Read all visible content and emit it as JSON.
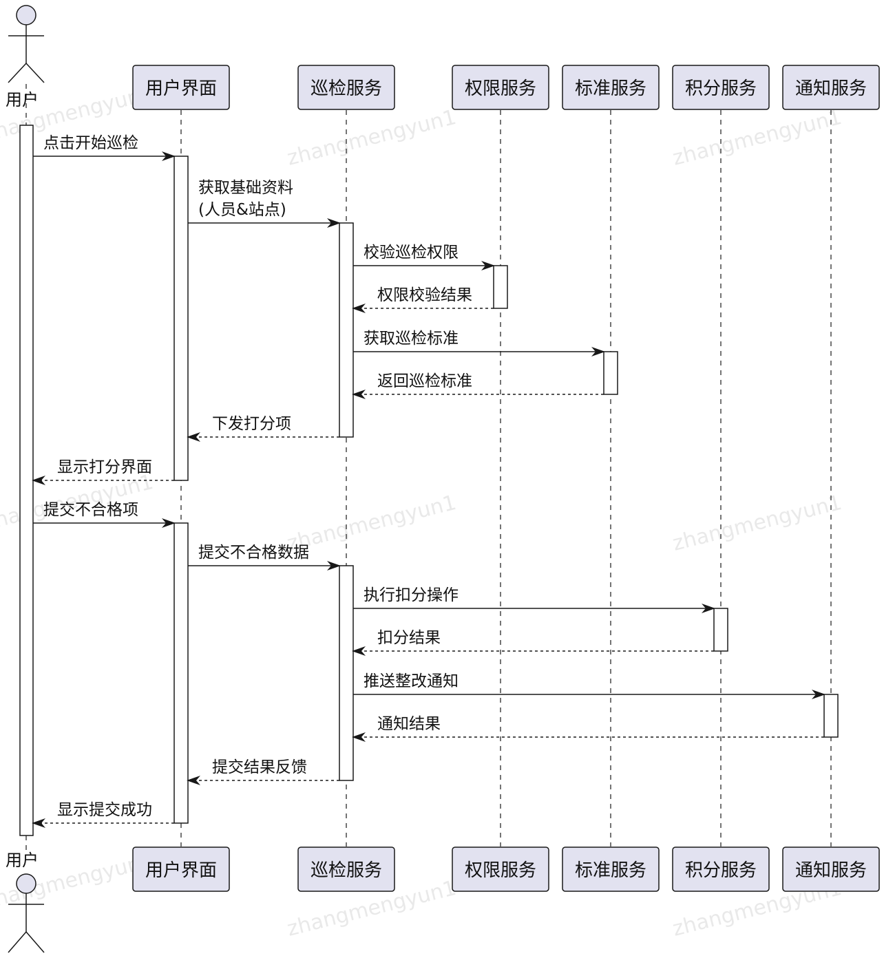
{
  "actor": {
    "label": "用户"
  },
  "participants": [
    {
      "id": "ui",
      "label": "用户界面"
    },
    {
      "id": "inspect",
      "label": "巡检服务"
    },
    {
      "id": "auth",
      "label": "权限服务"
    },
    {
      "id": "standard",
      "label": "标准服务"
    },
    {
      "id": "points",
      "label": "积分服务"
    },
    {
      "id": "notify",
      "label": "通知服务"
    }
  ],
  "messages": [
    {
      "from": "user",
      "to": "ui",
      "lines": [
        "点击开始巡检"
      ],
      "style": "solid"
    },
    {
      "from": "ui",
      "to": "inspect",
      "lines": [
        "获取基础资料",
        "(人员&站点)"
      ],
      "style": "solid"
    },
    {
      "from": "inspect",
      "to": "auth",
      "lines": [
        "校验巡检权限"
      ],
      "style": "solid"
    },
    {
      "from": "auth",
      "to": "inspect",
      "lines": [
        "权限校验结果"
      ],
      "style": "dashed"
    },
    {
      "from": "inspect",
      "to": "standard",
      "lines": [
        "获取巡检标准"
      ],
      "style": "solid"
    },
    {
      "from": "standard",
      "to": "inspect",
      "lines": [
        "返回巡检标准"
      ],
      "style": "dashed"
    },
    {
      "from": "inspect",
      "to": "ui",
      "lines": [
        "下发打分项"
      ],
      "style": "dashed"
    },
    {
      "from": "ui",
      "to": "user",
      "lines": [
        "显示打分界面"
      ],
      "style": "dashed"
    },
    {
      "from": "user",
      "to": "ui",
      "lines": [
        "提交不合格项"
      ],
      "style": "solid"
    },
    {
      "from": "ui",
      "to": "inspect",
      "lines": [
        "提交不合格数据"
      ],
      "style": "solid"
    },
    {
      "from": "inspect",
      "to": "points",
      "lines": [
        "执行扣分操作"
      ],
      "style": "solid"
    },
    {
      "from": "points",
      "to": "inspect",
      "lines": [
        "扣分结果"
      ],
      "style": "dashed"
    },
    {
      "from": "inspect",
      "to": "notify",
      "lines": [
        "推送整改通知"
      ],
      "style": "solid"
    },
    {
      "from": "notify",
      "to": "inspect",
      "lines": [
        "通知结果"
      ],
      "style": "dashed"
    },
    {
      "from": "inspect",
      "to": "ui",
      "lines": [
        "提交结果反馈"
      ],
      "style": "dashed"
    },
    {
      "from": "ui",
      "to": "user",
      "lines": [
        "显示提交成功"
      ],
      "style": "dashed"
    }
  ],
  "watermark": "zhangmengyun1",
  "colors": {
    "participant_fill": "#e2e2f0",
    "participant_stroke": "#181818",
    "line": "#181818",
    "activation_fill": "#ffffff"
  }
}
